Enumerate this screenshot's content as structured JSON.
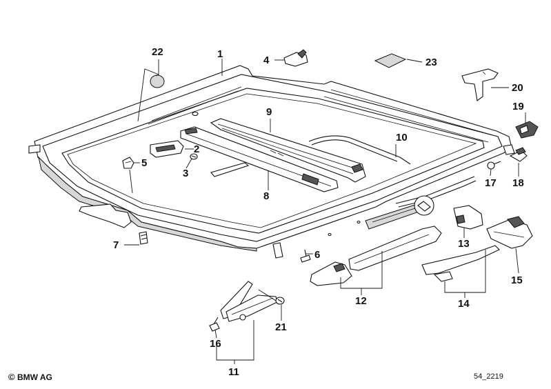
{
  "diagram": {
    "callouts": [
      "1",
      "2",
      "3",
      "4",
      "5",
      "6",
      "7",
      "8",
      "9",
      "10",
      "11",
      "12",
      "13",
      "14",
      "15",
      "16",
      "17",
      "18",
      "19",
      "20",
      "21",
      "22",
      "23"
    ],
    "footer": {
      "copyright_symbol": "©",
      "copyright_text": "BMW AG",
      "diagram_id": "54_2219"
    }
  }
}
